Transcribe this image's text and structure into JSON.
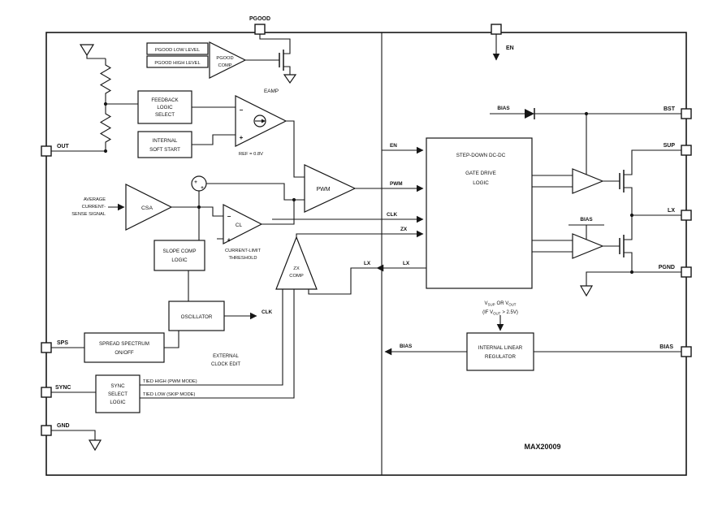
{
  "part_number": "MAX20009",
  "pins": {
    "pgood": "PGOOD",
    "en": "EN",
    "out": "OUT",
    "sps": "SPS",
    "sync": "SYNC",
    "gnd": "GND",
    "bst": "BST",
    "sup": "SUP",
    "lx": "LX",
    "pgnd": "PGND",
    "bias": "BIAS"
  },
  "signals": {
    "en": "EN",
    "pwm": "PWM",
    "clk": "CLK",
    "zx": "ZX",
    "lx_left": "LX",
    "lx_right": "LX",
    "clk_internal": "CLK",
    "bias_top": "BIAS",
    "bias_driver": "BIAS",
    "bias_out": "BIAS"
  },
  "blocks": {
    "pgood_low": "PGOOD LOW LEVEL",
    "pgood_high": "PGOOD HIGH LEVEL",
    "pgood_comp": [
      "PGOOD",
      "COMP"
    ],
    "feedback": [
      "FEEDBACK",
      "LOGIC",
      "SELECT"
    ],
    "soft_start": [
      "INTERNAL",
      "SOFT START"
    ],
    "eamp": "EAMP",
    "ref": "REF = 0.8V",
    "csa": "CSA",
    "csa_input": [
      "AVERAGE",
      "CURRENT-",
      "SENSE SIGNAL"
    ],
    "cl": "CL",
    "cl_threshold": [
      "CURRENT-LIMIT",
      "THRESHOLD"
    ],
    "pwm": "PWM",
    "slope": [
      "SLOPE COMP",
      "LOGIC"
    ],
    "oscillator": "OSCILLATOR",
    "zx_comp": [
      "ZX",
      "COMP"
    ],
    "spread": [
      "SPREAD SPECTRUM",
      "ON/OFF"
    ],
    "ext_clock": [
      "EXTERNAL",
      "CLOCK EDIT"
    ],
    "sync_select": [
      "SYNC",
      "SELECT",
      "LOGIC"
    ],
    "tied_high": "TIED HIGH (PWM MODE)",
    "tied_low": "TIED LOW (SKIP MODE)",
    "dcdc": [
      "STEP-DOWN DC-DC",
      "GATE DRIVE",
      "LOGIC"
    ],
    "linreg": [
      "INTERNAL LINEAR",
      "REGULATOR"
    ]
  },
  "annotations": {
    "vsup": {
      "v1": "V",
      "s1": "SUP",
      "mid": "OR V",
      "s2": "OUT"
    },
    "cond": {
      "p1": "(IF V",
      "s1": "OUT",
      "p2": "> 2.5V)"
    }
  },
  "symbols": {
    "plus": "+",
    "minus": "−"
  },
  "colors": {
    "line": "#161616",
    "background": "#ffffff"
  }
}
